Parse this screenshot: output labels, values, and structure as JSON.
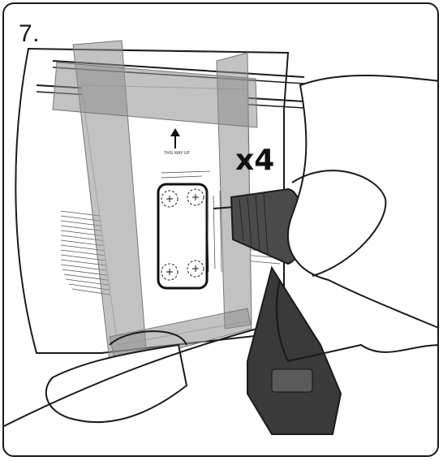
{
  "step": {
    "number": "7."
  },
  "quantity": {
    "label": "x4"
  },
  "template": {
    "direction_text": "THIS WAY UP"
  },
  "colors": {
    "line": "#1a1a1a",
    "tape": "#9a9a9a",
    "drill_body": "#3a3a3a"
  },
  "icons": [
    "up-arrow-icon",
    "drill-icon",
    "hand-icon",
    "screw-hole-icon"
  ]
}
